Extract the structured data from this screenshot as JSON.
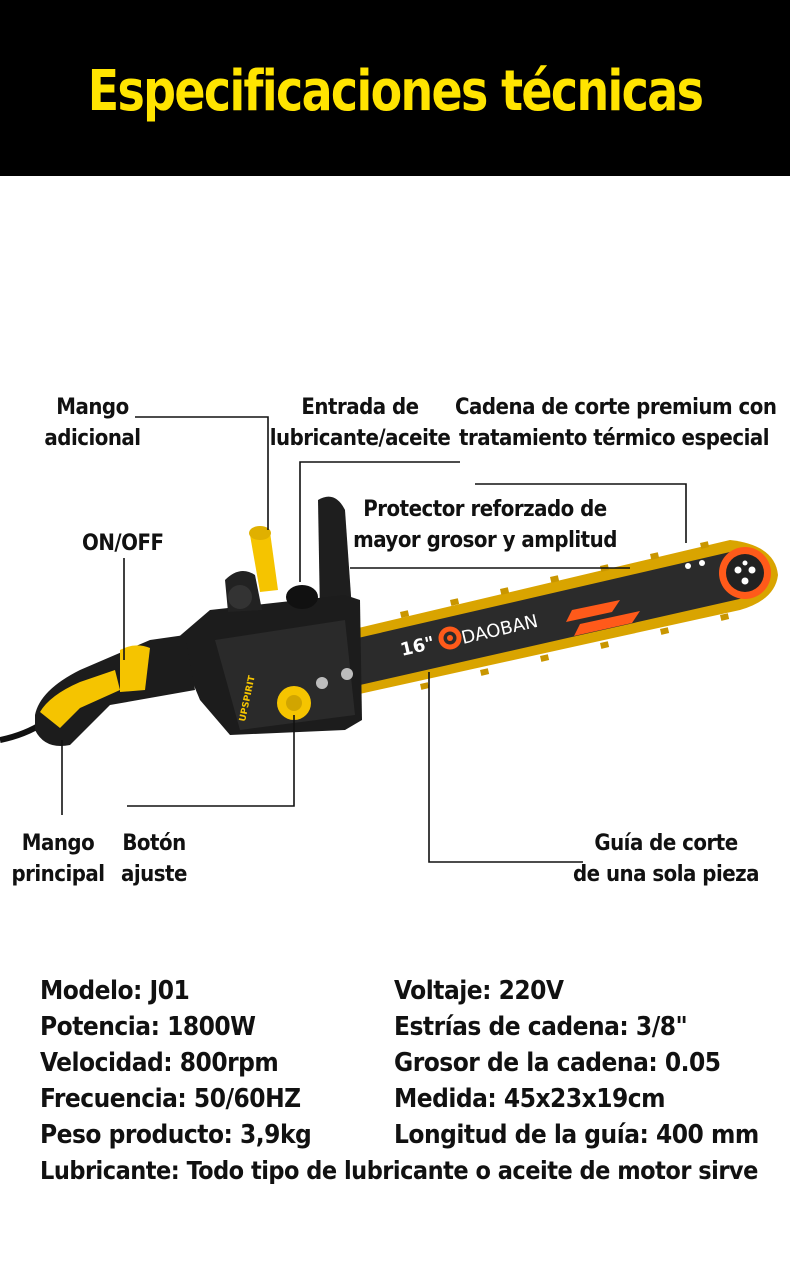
{
  "header": {
    "title": "Especificaciones técnicas"
  },
  "callouts": {
    "mango_adicional": [
      "Mango",
      "adicional"
    ],
    "entrada_lubricante": [
      "Entrada de",
      "lubricante/aceite"
    ],
    "cadena_corte": [
      "Cadena de corte premium con",
      "tratamiento térmico especial"
    ],
    "on_off": "ON/OFF",
    "protector": [
      "Protector reforzado de",
      "mayor grosor y amplitud"
    ],
    "mango_principal": [
      "Mango",
      "principal"
    ],
    "boton_ajuste": [
      "Botón",
      "ajuste"
    ],
    "guia_corte": [
      "Guía de corte",
      "de una sola pieza"
    ]
  },
  "product": {
    "bar_size": "16\"",
    "brand": "DAOBAN",
    "body_brand": "UPSPIRIT"
  },
  "specs": {
    "left": [
      "Modelo: J01",
      "Potencia: 1800W",
      "Velocidad: 800rpm",
      "Frecuencia: 50/60HZ",
      "Peso producto: 3,9kg"
    ],
    "right": [
      "Voltaje: 220V",
      "Estrías de cadena: 3/8\"",
      "Grosor de la cadena: 0.05",
      "Medida: 45x23x19cm",
      "Longitud de la guía: 400 mm"
    ],
    "full": "Lubricante: Todo tipo de lubricante o aceite de motor sirve"
  },
  "colors": {
    "header_bg": "#000000",
    "title": "#ffe400",
    "accent_yellow": "#f5c400",
    "body_dark": "#1c1c1c",
    "brand_orange": "#ff5a1a"
  }
}
